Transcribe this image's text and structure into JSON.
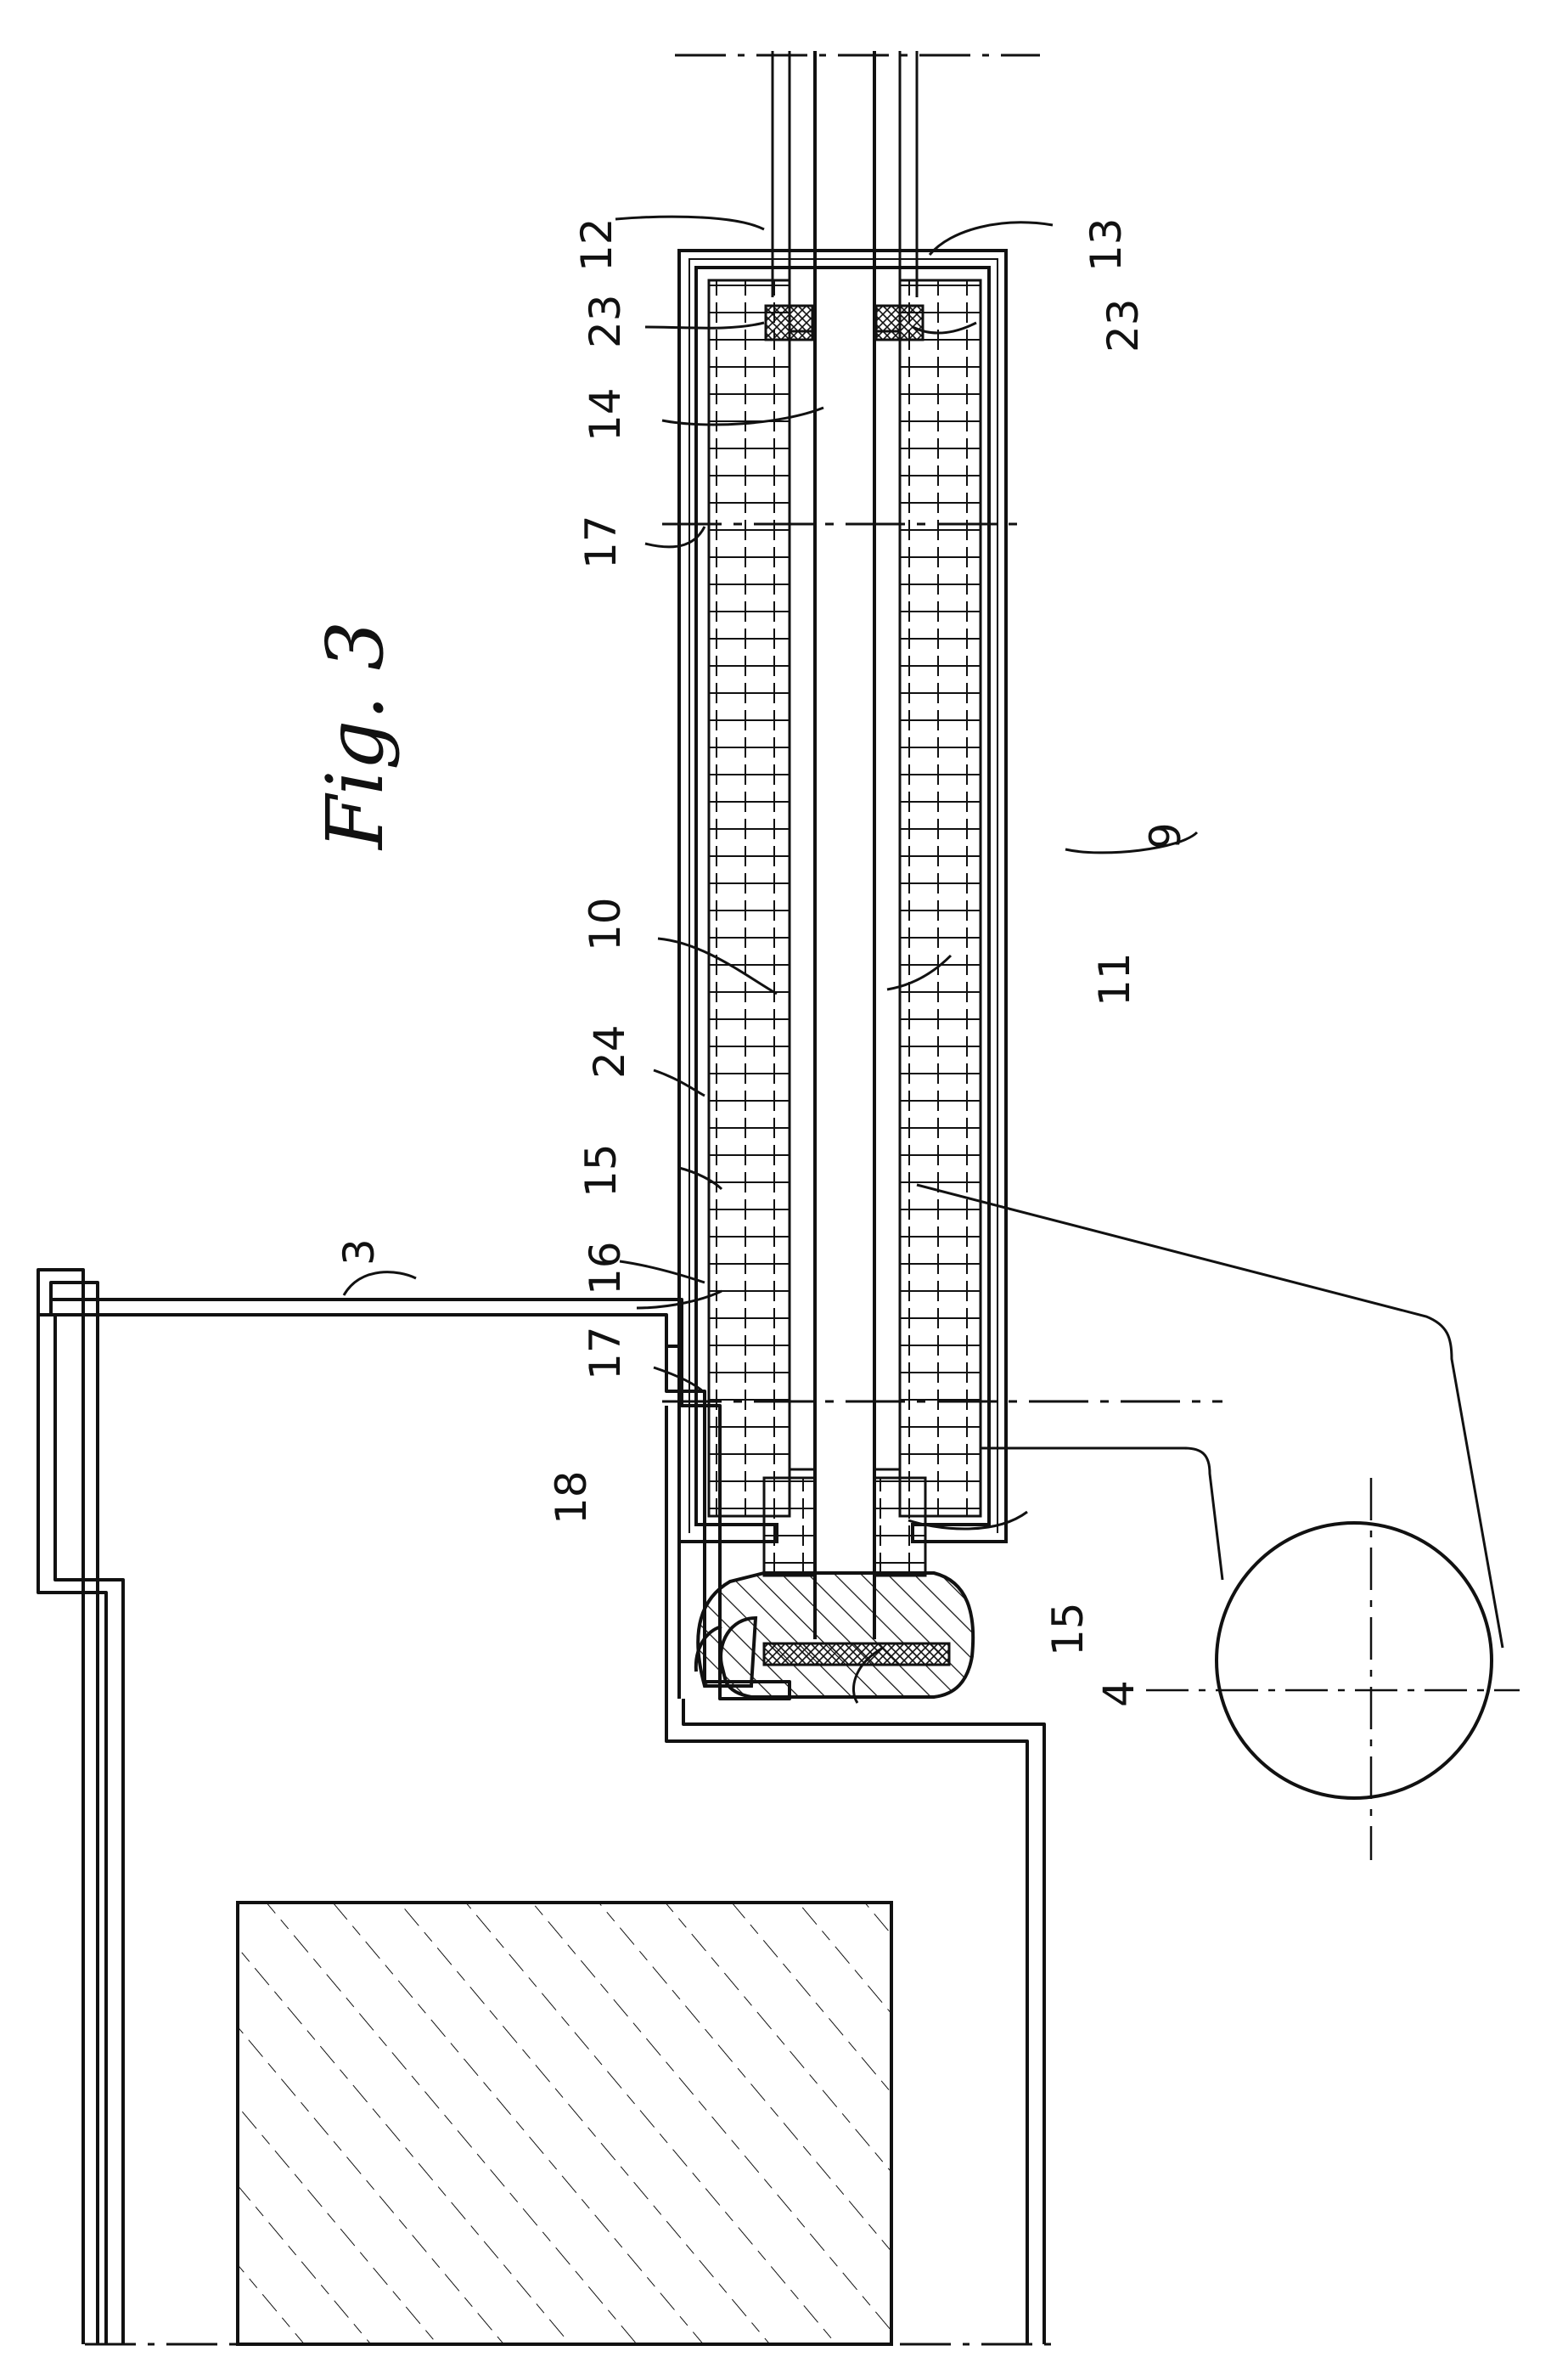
{
  "figure": {
    "title": "Fig. 3"
  },
  "reference_numerals": {
    "n3": "3",
    "n4": "4",
    "n9": "9",
    "n10": "10",
    "n11": "11",
    "n12": "12",
    "n13": "13",
    "n14": "14",
    "n15a": "15",
    "n15b": "15",
    "n16": "16",
    "n17a": "17",
    "n17b": "17",
    "n18": "18",
    "n23a": "23",
    "n23b": "23",
    "n24": "24"
  },
  "colors": {
    "ink": "#111111",
    "paper": "#ffffff"
  }
}
